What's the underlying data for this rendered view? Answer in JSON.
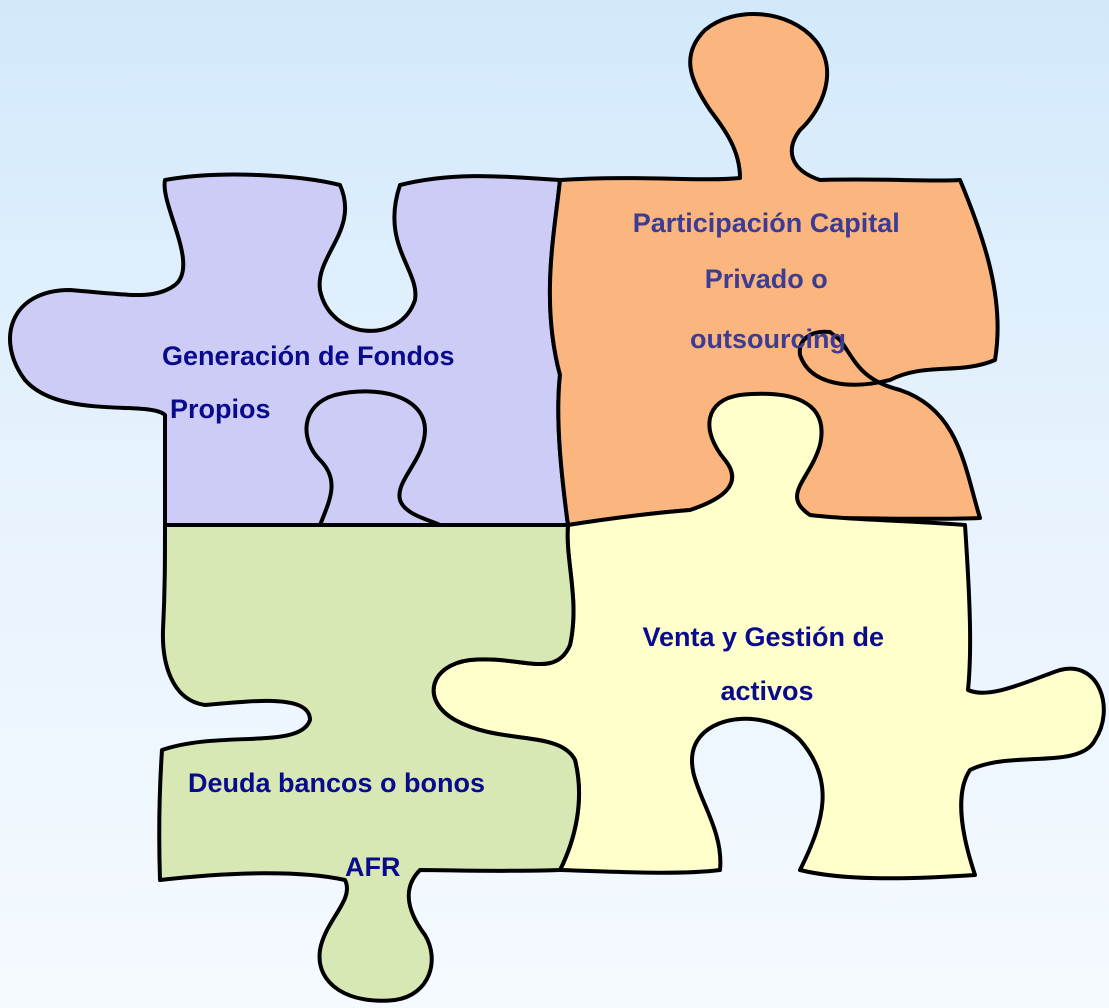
{
  "colors": {
    "background_top": "#d2e9fb",
    "background_bottom": "#f5faff",
    "outline": "#000000"
  },
  "pieces": [
    {
      "id": "fondos",
      "fill": "#ccccf7",
      "text_color": "#0a0a8c",
      "lines": [
        "Generación de Fondos",
        "Propios"
      ]
    },
    {
      "id": "capital",
      "fill": "#fbb57f",
      "text_color": "#3b3c92",
      "lines": [
        "Participación Capital",
        "Privado o",
        "outsourcing"
      ]
    },
    {
      "id": "activos",
      "fill": "#ffffcc",
      "text_color": "#0a0a8c",
      "lines": [
        "Venta y Gestión de",
        "activos"
      ]
    },
    {
      "id": "deuda",
      "fill": "#d7e8b5",
      "text_color": "#0a0a8c",
      "lines": [
        "Deuda bancos o bonos",
        "AFR"
      ]
    }
  ]
}
